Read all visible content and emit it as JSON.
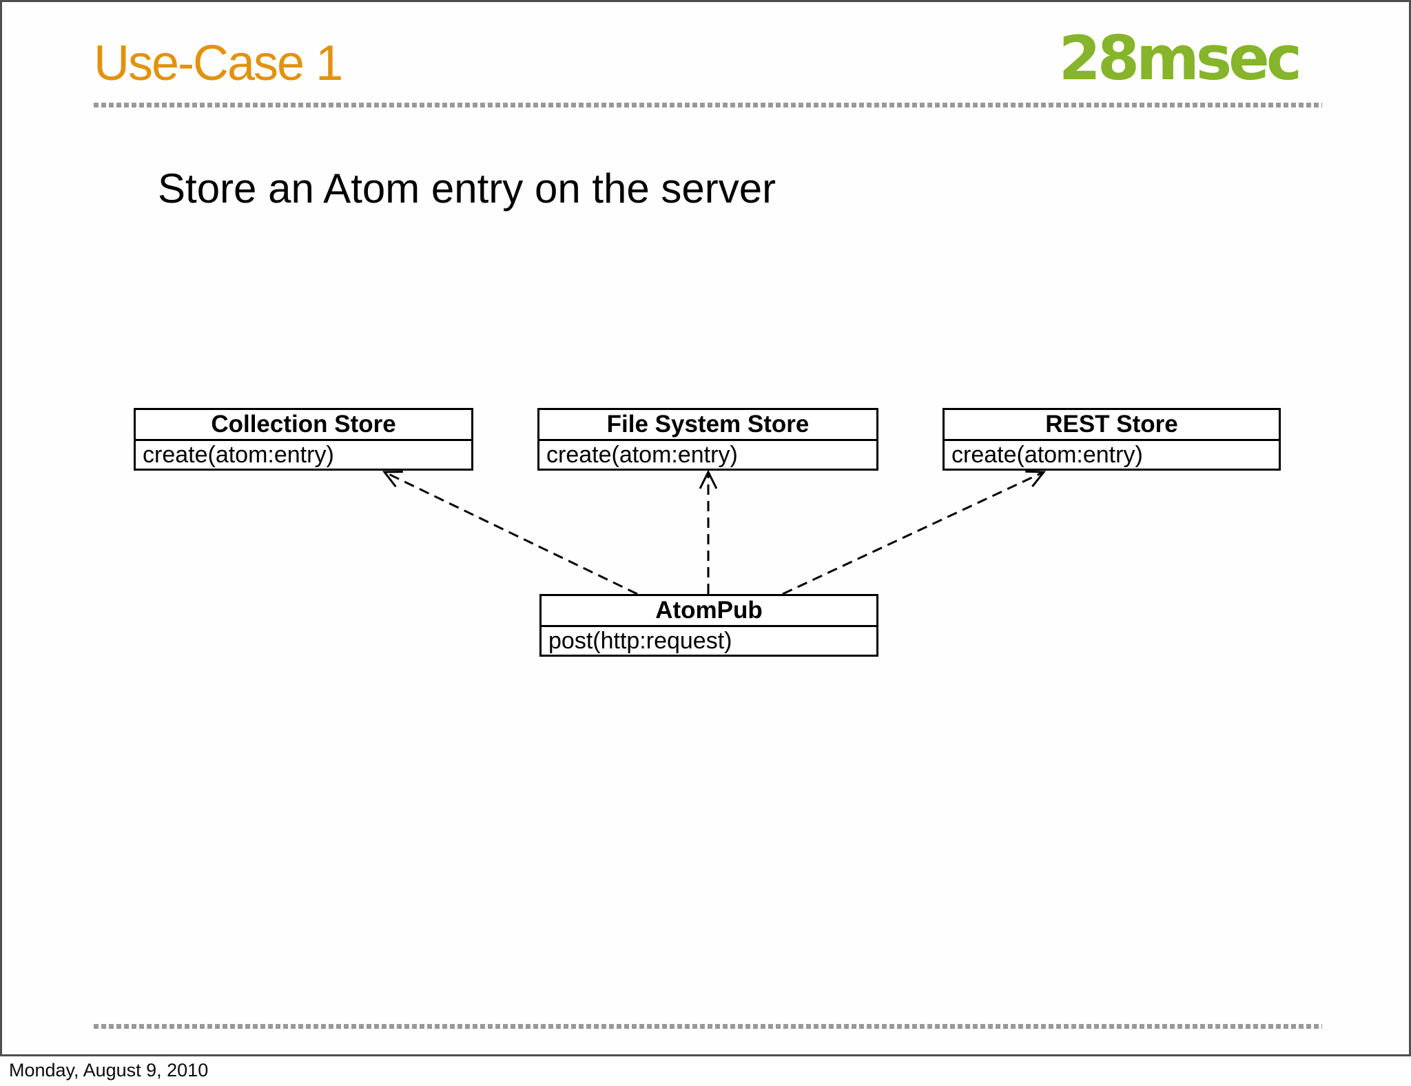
{
  "slide": {
    "title": "Use-Case 1",
    "logo": "28msec",
    "subtitle": "Store an Atom entry on the server",
    "footer_date": "Monday, August 9, 2010"
  },
  "colors": {
    "title_orange": "#e2920e",
    "logo_green": "#86b42a",
    "dotted_rule_gray": "#999999",
    "frame_gray": "#4f4f4f",
    "diagram_black": "#000000"
  },
  "diagram": {
    "nodes": [
      {
        "id": "collection-store",
        "title": "Collection Store",
        "operation": "create(atom:entry)"
      },
      {
        "id": "file-system-store",
        "title": "File System Store",
        "operation": "create(atom:entry)"
      },
      {
        "id": "rest-store",
        "title": "REST Store",
        "operation": "create(atom:entry)"
      },
      {
        "id": "atompub",
        "title": "AtomPub",
        "operation": "post(http:request)"
      }
    ],
    "edges": [
      {
        "from": "atompub",
        "to": "collection-store",
        "style": "dashed-open-arrow"
      },
      {
        "from": "atompub",
        "to": "file-system-store",
        "style": "dashed-open-arrow"
      },
      {
        "from": "atompub",
        "to": "rest-store",
        "style": "dashed-open-arrow"
      }
    ]
  }
}
